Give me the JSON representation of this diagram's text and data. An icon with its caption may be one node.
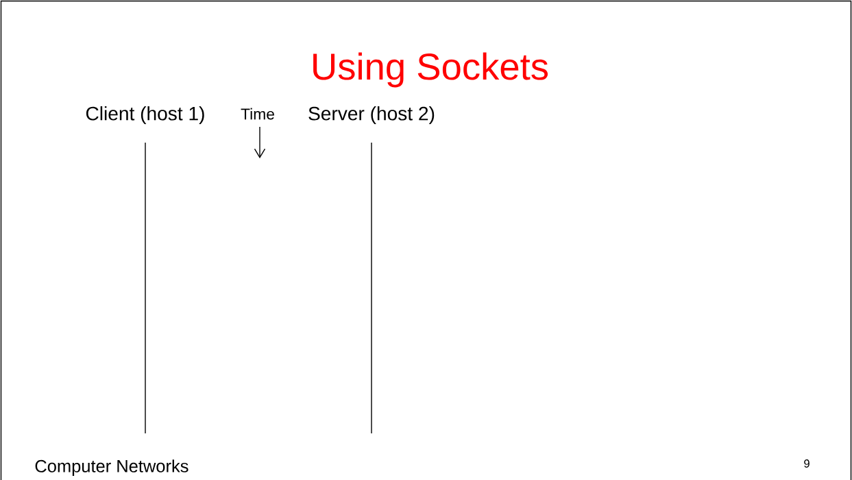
{
  "diagram": {
    "title": "Using Sockets",
    "labels": [
      "Client (host 1)",
      "Time",
      "Server (host 2)",
      "Computer Networks",
      "9"
    ]
  }
}
